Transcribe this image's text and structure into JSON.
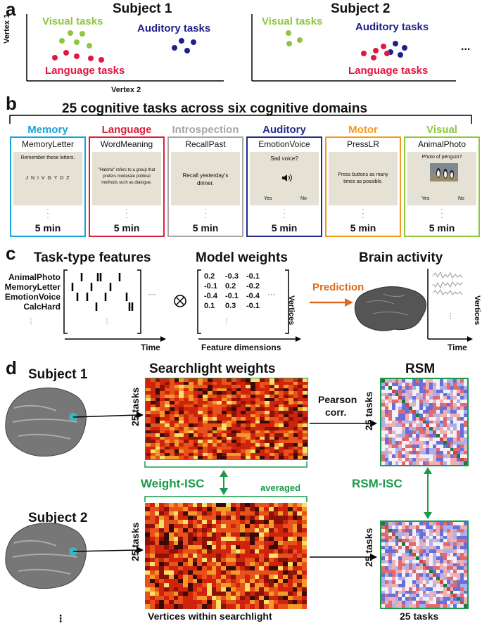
{
  "panel_a": {
    "letter": "a",
    "subject1": "Subject 1",
    "subject2": "Subject 2",
    "visual_label": "Visual tasks",
    "auditory_label": "Auditory tasks",
    "language_label": "Language tasks",
    "yaxis": "Vertex 1",
    "xaxis": "Vertex 2",
    "ellipsis": "...",
    "colors": {
      "visual": "#8dc63f",
      "auditory": "#1f1f8a",
      "language": "#e3173e"
    }
  },
  "panel_b": {
    "letter": "b",
    "title": "25 cognitive tasks across six cognitive domains",
    "domains": [
      {
        "name": "Memory",
        "color": "#1aa3d9",
        "task": "MemoryLetter",
        "line1": "Remember these letters.",
        "line2": "J N I V G Y D Z",
        "duration": "5 min"
      },
      {
        "name": "Language",
        "color": "#d9213a",
        "task": "WordMeaning",
        "line1": "\"Hatoha\" refers to a group that prefers moderate political methods such as dialogue.",
        "line2": "",
        "duration": "5 min"
      },
      {
        "name": "Introspection",
        "color": "#a6a6a6",
        "task": "RecallPast",
        "line1": "Recall yesterday's dinner.",
        "line2": "",
        "duration": "5 min"
      },
      {
        "name": "Auditory",
        "color": "#1f2c8a",
        "task": "EmotionVoice",
        "line1": "Sad voice?",
        "line2": "",
        "yes": "Yes",
        "no": "No",
        "duration": "5 min"
      },
      {
        "name": "Motor",
        "color": "#f39a1e",
        "task": "PressLR",
        "line1": "Press buttons as many times as possible.",
        "line2": "",
        "duration": "5 min"
      },
      {
        "name": "Visual",
        "color": "#8dc63f",
        "task": "AnimalPhoto",
        "line1": "Photo of penguin?",
        "line2": "",
        "yes": "Yes",
        "no": "No",
        "duration": "5 min"
      }
    ]
  },
  "panel_c": {
    "letter": "c",
    "features_title": "Task-type features",
    "task_labels": [
      "AnimalPhoto",
      "MemoryLetter",
      "EmotionVoice",
      "CalcHard"
    ],
    "time_label": "Time",
    "weights_title": "Model weights",
    "weights": [
      [
        "0.2",
        "-0.3",
        "-0.1"
      ],
      [
        "-0.1",
        "0.2",
        "-0.2"
      ],
      [
        "-0.4",
        "-0.1",
        "-0.4"
      ],
      [
        "0.1",
        "0.3",
        "-0.1"
      ]
    ],
    "feature_dims": "Feature dimensions",
    "vertices": "Vertices",
    "prediction": "Prediction",
    "brain_title": "Brain activity",
    "time_label2": "Time",
    "operator": "⊗"
  },
  "panel_d": {
    "letter": "d",
    "subject1": "Subject 1",
    "subject2": "Subject 2",
    "searchlight_title": "Searchlight weights",
    "rsm_title": "RSM",
    "tasks_label": "25 tasks",
    "pearson": "Pearson",
    "corr": "corr.",
    "weight_isc": "Weight-ISC",
    "averaged": "averaged",
    "rsm_isc": "RSM-ISC",
    "vertices_within": "Vertices within searchlight",
    "tasks_x": "25 tasks",
    "colors": {
      "green": "#1a9a4a"
    }
  }
}
